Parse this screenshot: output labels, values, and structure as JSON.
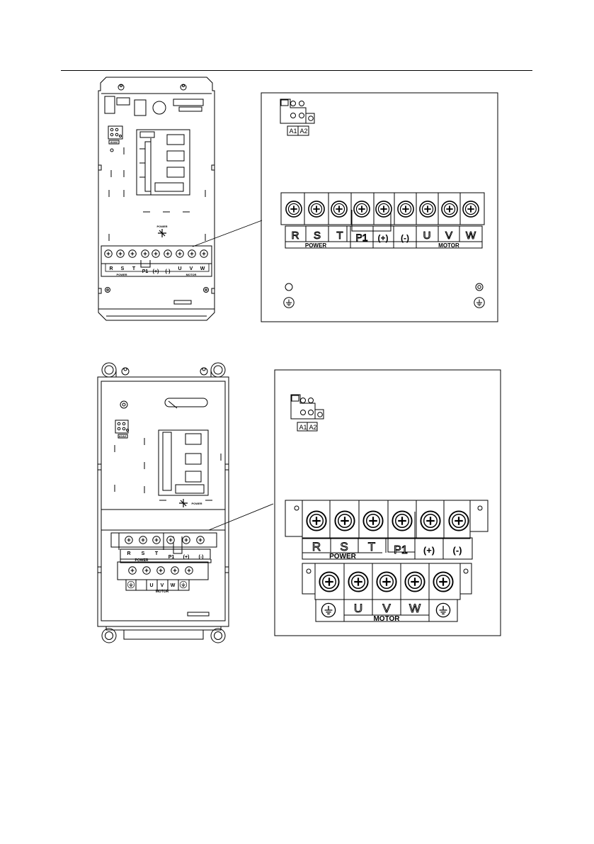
{
  "figure1": {
    "jumper": {
      "a1": "A1",
      "a2": "A2"
    },
    "terminals": [
      "R",
      "S",
      "T",
      "P1",
      "(+)",
      "(-)",
      "U",
      "V",
      "W"
    ],
    "groups": {
      "power": "POWER",
      "motor": "MOTOR"
    },
    "overview_terminals": [
      "R",
      "S",
      "T",
      "P1",
      "(+)",
      "(-)",
      "U",
      "V",
      "W"
    ],
    "overview_groups": {
      "power": "POWER",
      "motor": "MOTOR"
    },
    "overview_jumper": "A1A2",
    "overview_mark": "POWER"
  },
  "figure2": {
    "jumper": {
      "a1": "A1",
      "a2": "A2"
    },
    "power_terminals": [
      "R",
      "S",
      "T",
      "P1",
      "(+)",
      "(-)"
    ],
    "motor_terminals": [
      "U",
      "V",
      "W"
    ],
    "groups": {
      "power": "POWER",
      "motor": "MOTOR"
    },
    "overview_power_terminals": [
      "R",
      "S",
      "T",
      "P1",
      "(+)",
      "(-)"
    ],
    "overview_motor_terminals": [
      "U",
      "V",
      "W"
    ],
    "overview_groups": {
      "power": "POWER",
      "motor": "MOTOR"
    },
    "overview_jumper": "A1A2",
    "overview_mark": "POWER"
  }
}
